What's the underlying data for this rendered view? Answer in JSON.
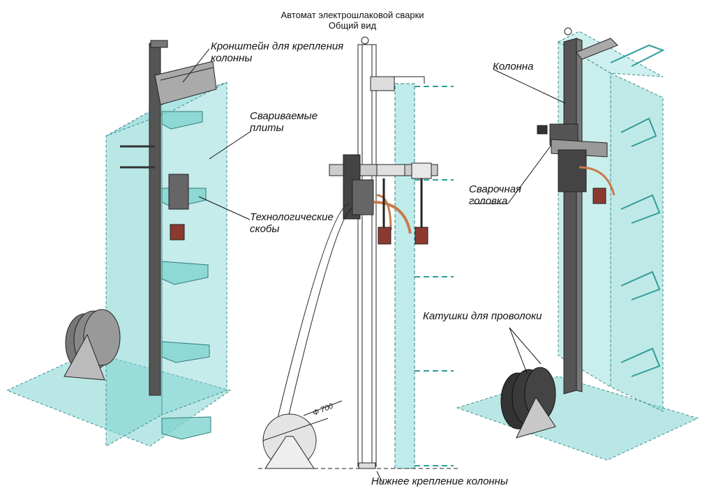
{
  "title": {
    "line1": "Автомат электрошлаковой сварки",
    "line2": "Общий вид"
  },
  "labels": {
    "bracket": [
      "Кронштейн для крепления",
      "колонны"
    ],
    "plates": [
      "Свариваемые",
      "плиты"
    ],
    "clamps": [
      "Технологические",
      "скобы"
    ],
    "column": "Колонна",
    "head": [
      "Сварочная",
      "головка"
    ],
    "spools": "Катушки для проволоки",
    "bottom_mount": "Нижнее крепление колонны",
    "diameter": "Ф 700"
  },
  "colors": {
    "glass_fill": "#7fd3d0",
    "glass_edge": "#3a8f8c",
    "steel_dark": "#3c3c3c",
    "steel_light": "#bdbdbd",
    "line": "#222222"
  }
}
